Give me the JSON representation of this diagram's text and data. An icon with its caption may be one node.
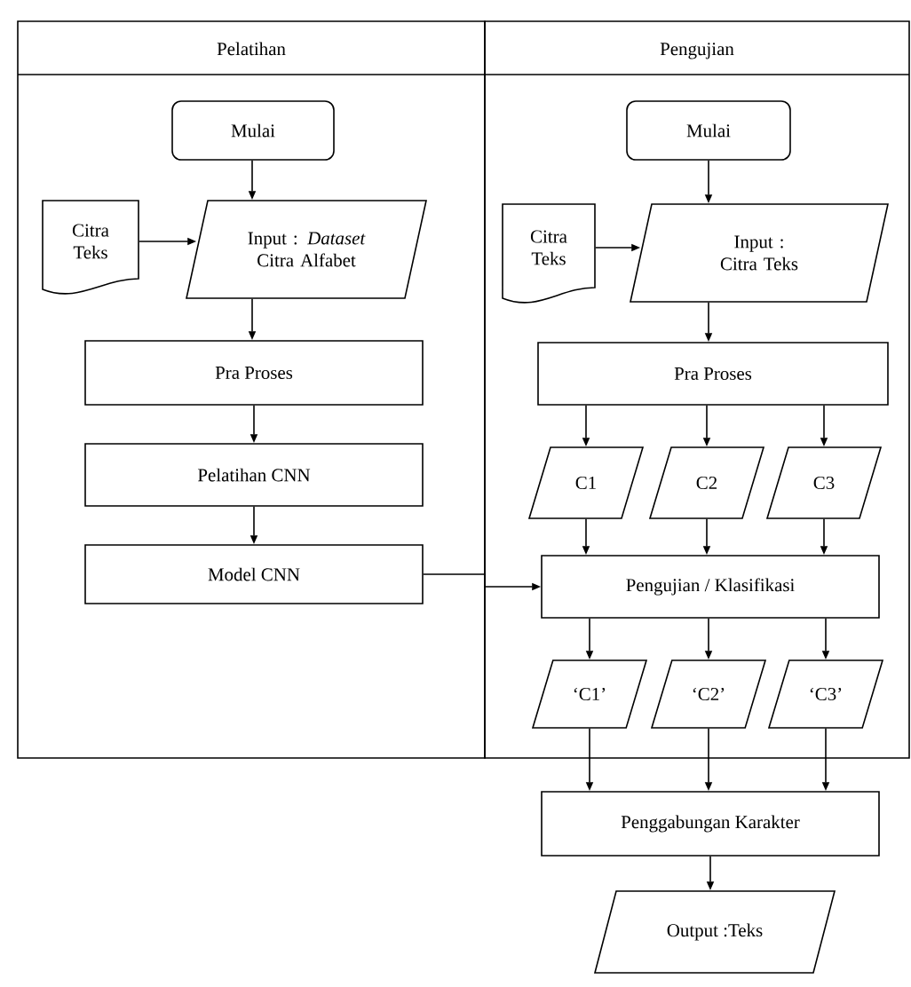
{
  "diagram": {
    "nodes": [
      {
        "text": [
          "Pelatihan"
        ]
      },
      {
        "text": [
          "Mulai"
        ],
        "in": 0
      },
      {
        "text": [
          "Citra Teks"
        ],
        "in": 0
      },
      {
        "text": [
          "Input : *Dataset* Citra Alfabet"
        ],
        "in": 0
      },
      {
        "text": [
          "Pra Proses"
        ],
        "in": 0
      },
      {
        "text": [
          "Pelatihan CNN"
        ],
        "in": 0
      },
      {
        "text": [
          "Model CNN"
        ],
        "in": 0
      },
      {
        "text": [
          "Pengujian"
        ]
      },
      {
        "text": [
          "Mulai"
        ],
        "in": 7
      },
      {
        "text": [
          "Citra Teks"
        ],
        "in": 7
      },
      {
        "text": [
          "Input : Citra Teks"
        ],
        "in": 7
      },
      {
        "text": [
          "Pra Proses"
        ],
        "in": 7
      },
      {
        "text": [
          "C1"
        ],
        "in": 7
      },
      {
        "text": [
          "C2"
        ],
        "in": 7
      },
      {
        "text": [
          "C3"
        ],
        "in": 7
      },
      {
        "text": [
          "Pengujian / Klasifikasi"
        ],
        "in": 7
      },
      {
        "text": [
          "‘C1’"
        ],
        "in": 7
      },
      {
        "text": [
          "‘C2’"
        ],
        "in": 7
      },
      {
        "text": [
          "‘C3’"
        ],
        "in": 7
      },
      {
        "text": [
          "Penggabungan Karakter"
        ]
      },
      {
        "text": [
          "Output :Teks"
        ]
      }
    ],
    "edges": [
      {
        "from": 1,
        "to": 3,
        "arrow": "to"
      },
      {
        "from": 2,
        "to": 3,
        "arrow": "to"
      },
      {
        "from": 3,
        "to": 4,
        "arrow": "to"
      },
      {
        "from": 4,
        "to": 5,
        "arrow": "to"
      },
      {
        "from": 5,
        "to": 6,
        "arrow": "to"
      },
      {
        "from": 6,
        "to": 15,
        "arrow": "to"
      },
      {
        "from": 8,
        "to": 10,
        "arrow": "to"
      },
      {
        "from": 9,
        "to": 10,
        "arrow": "to"
      },
      {
        "from": 10,
        "to": 11,
        "arrow": "to"
      },
      {
        "from": 11,
        "to": 12,
        "arrow": "to"
      },
      {
        "from": 11,
        "to": 13,
        "arrow": "to"
      },
      {
        "from": 11,
        "to": 14,
        "arrow": "to"
      },
      {
        "from": 12,
        "to": 15,
        "arrow": "to"
      },
      {
        "from": 13,
        "to": 15,
        "arrow": "to"
      },
      {
        "from": 14,
        "to": 15,
        "arrow": "to"
      },
      {
        "from": 15,
        "to": 16,
        "arrow": "to"
      },
      {
        "from": 15,
        "to": 17,
        "arrow": "to"
      },
      {
        "from": 15,
        "to": 18,
        "arrow": "to"
      },
      {
        "from": 16,
        "to": 19,
        "arrow": "to"
      },
      {
        "from": 17,
        "to": 19,
        "arrow": "to"
      },
      {
        "from": 18,
        "to": 19,
        "arrow": "to"
      },
      {
        "from": 19,
        "to": 20,
        "arrow": "to"
      }
    ]
  }
}
